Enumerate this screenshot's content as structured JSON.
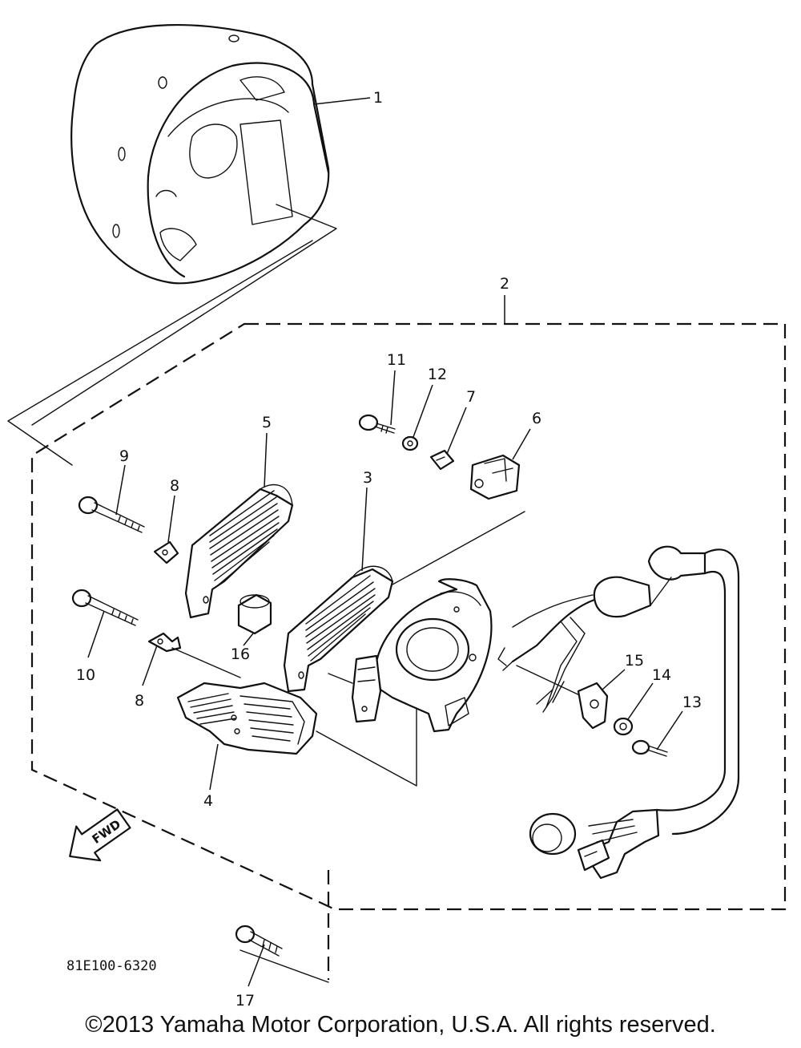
{
  "diagram": {
    "part_numbers": {
      "p1": "1",
      "p2": "2",
      "p3": "3",
      "p4": "4",
      "p5": "5",
      "p6": "6",
      "p7": "7",
      "p8a": "8",
      "p8b": "8",
      "p9": "9",
      "p10": "10",
      "p11": "11",
      "p12": "12",
      "p13": "13",
      "p14": "14",
      "p15": "15",
      "p16": "16",
      "p17": "17"
    },
    "fwd_label": "FWD",
    "drawing_code": "81E100-6320"
  },
  "footer": {
    "copyright": "©2013 Yamaha Motor Corporation, U.S.A. All rights reserved."
  }
}
